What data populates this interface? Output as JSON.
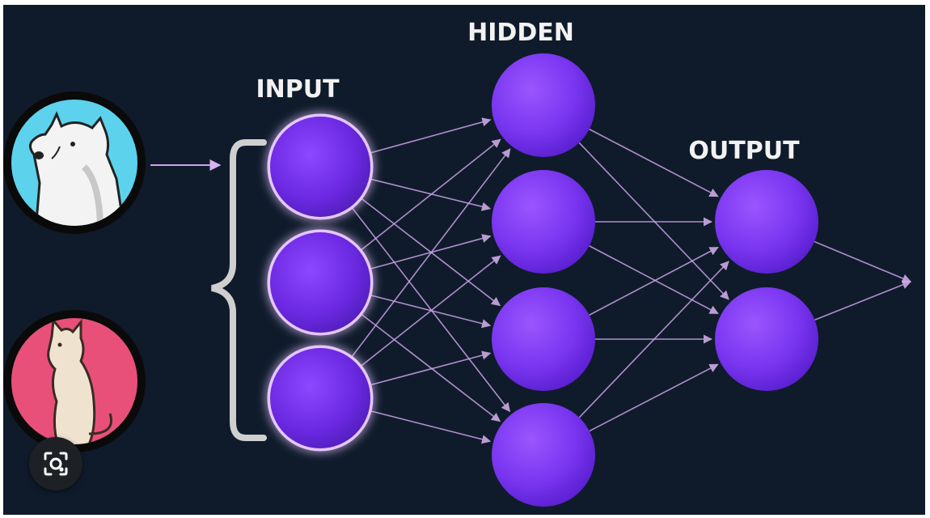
{
  "labels": {
    "input": "INPUT",
    "hidden": "HIDDEN",
    "output": "OUTPUT"
  },
  "images": [
    {
      "subject": "dog",
      "background_color": "#5cd2ec"
    },
    {
      "subject": "cat",
      "background_color": "#e8507a"
    }
  ],
  "layers": {
    "input": 3,
    "hidden": 4,
    "output": 2
  },
  "colors": {
    "background": "#0f1b2b",
    "node": "#7a3cf0",
    "node_glow": "#e6c6ff",
    "connection": "#cba3ea",
    "bracket": "#cfcfcf"
  },
  "icons": {
    "lens": "visual-search-icon"
  }
}
